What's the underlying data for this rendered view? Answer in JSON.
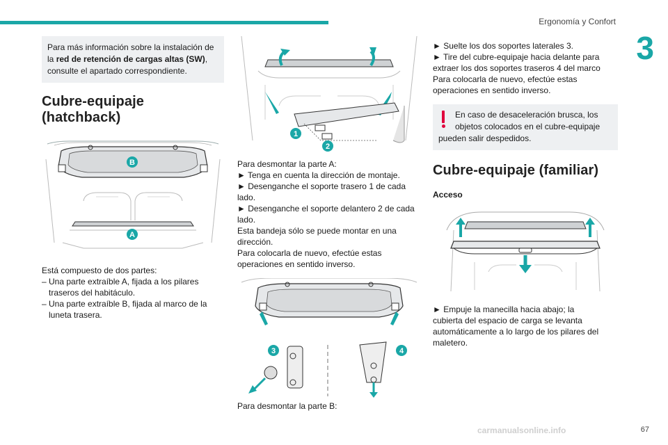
{
  "header": {
    "title": "Ergonomía y Confort",
    "chapter": "3",
    "page_number": "67",
    "watermark": "carmanualsonline.info"
  },
  "colors": {
    "accent": "#1aa7a7",
    "warning": "#e0003c",
    "note_bg": "#eef0f2"
  },
  "col1": {
    "note": {
      "pre": "Para más información sobre la instalación de la ",
      "bold": "red de retención de cargas altas (SW)",
      "post": ", consulte el apartado correspondiente."
    },
    "section_title": "Cubre-equipaje (hatchback)",
    "figure_labels": {
      "b": "B",
      "a": "A"
    },
    "lines": [
      "Está compuesto de dos partes:",
      "–  Una parte extraíble A, fijada a los pilares",
      "   traseros del habitáculo.",
      "–  Una parte extraíble B, fijada al marco de la",
      "   luneta trasera."
    ]
  },
  "col2": {
    "figure1_labels": {
      "one": "1",
      "two": "2"
    },
    "lines": [
      "Para desmontar la parte A:",
      "►  Tenga en cuenta la dirección de montaje.",
      "►  Desenganche el soporte trasero 1 de cada",
      "lado.",
      "►  Desenganche el soporte delantero 2 de cada",
      "lado.",
      "Esta bandeja sólo se puede montar en una",
      "dirección.",
      "Para colocarla de nuevo, efectúe estas",
      "operaciones en sentido inverso."
    ],
    "figure2_labels": {
      "three": "3",
      "four": "4"
    },
    "bottom_line": "Para desmontar la parte B:"
  },
  "col3": {
    "lines": [
      "►  Suelte los dos soportes laterales 3.",
      "►  Tire del cubre-equipaje hacia delante para",
      "extraer los dos soportes traseros 4 del marco",
      "Para colocarla de nuevo, efectúe estas",
      "operaciones en sentido inverso."
    ],
    "warning": {
      "line1": "En caso de desaceleración brusca, los",
      "line2": "objetos colocados en el cubre-equipaje",
      "line3": "pueden salir despedidos."
    },
    "section_title": "Cubre-equipaje (familiar)",
    "subsection": "Acceso",
    "lines2": [
      "►  Empuje la manecilla hacia abajo; la",
      "cubierta del espacio de carga se levanta",
      "automáticamente a lo largo de los pilares del",
      "maletero."
    ]
  }
}
